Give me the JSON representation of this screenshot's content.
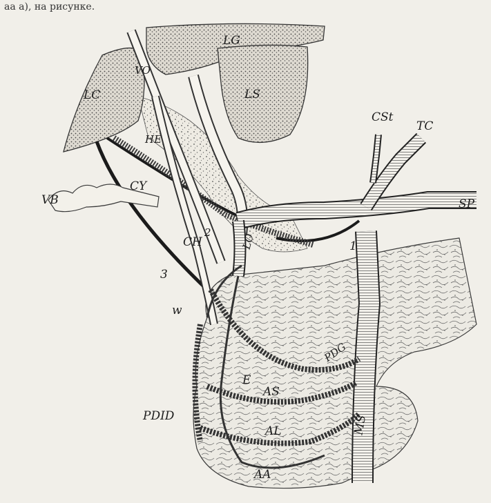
{
  "caption_fragment": "аа а),                                   на рисунке.",
  "labels": {
    "LG": "LG",
    "LS": "LS",
    "LC": "LC",
    "VO": "VO",
    "HE": "HE",
    "CY": "CY",
    "VB": "VB",
    "CST": "CSt",
    "TC": "TC",
    "SP": "SP",
    "CH": "CH",
    "CH_sup": "2",
    "LO": "LO",
    "num1": "1",
    "num3": "3",
    "W": "w",
    "PDG": "PDG",
    "E": "E",
    "AS": "AS",
    "PDID": "PDID",
    "AL": "AL",
    "MS": "MS",
    "AA": "AA"
  }
}
